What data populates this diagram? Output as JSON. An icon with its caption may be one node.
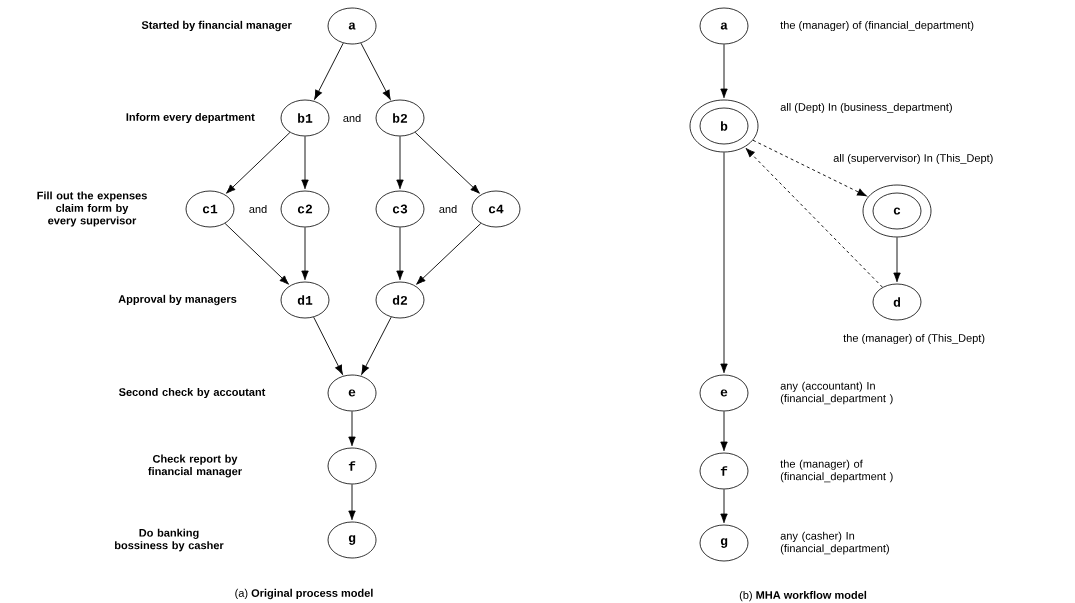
{
  "diagram": {
    "nodes": [
      {
        "text": [
          "a"
        ]
      },
      {
        "text": [
          "b1"
        ]
      },
      {
        "text": [
          "b2"
        ]
      },
      {
        "text": [
          "c1"
        ]
      },
      {
        "text": [
          "c2"
        ]
      },
      {
        "text": [
          "c3"
        ]
      },
      {
        "text": [
          "c4"
        ]
      },
      {
        "text": [
          "d1"
        ]
      },
      {
        "text": [
          "d2"
        ]
      },
      {
        "text": [
          "e"
        ]
      },
      {
        "text": [
          "f"
        ]
      },
      {
        "text": [
          "g"
        ]
      },
      {
        "text": [
          "a"
        ],
        "beside": [
          "the (manager) of (financial_department)"
        ]
      },
      {
        "text": [
          "b"
        ],
        "beside": [
          "all (Dept) In (business_department)"
        ]
      },
      {
        "text": [
          "c"
        ],
        "beside": [
          "all (supervervisor) In (This_Dept)"
        ]
      },
      {
        "text": [
          "d"
        ],
        "beside": [
          "the (manager) of (This_Dept)"
        ]
      },
      {
        "text": [
          "e"
        ],
        "beside": [
          "any (accountant) In (financial_department )"
        ]
      },
      {
        "text": [
          "f"
        ],
        "beside": [
          "the (manager) of (financial_department )"
        ]
      },
      {
        "text": [
          "g"
        ],
        "beside": [
          "any (casher) In (financial_department)"
        ]
      }
    ],
    "edges": [
      {
        "from": 0,
        "to": 1,
        "arrow": "to"
      },
      {
        "from": 0,
        "to": 2,
        "arrow": "to"
      },
      {
        "from": 1,
        "to": 3,
        "arrow": "to"
      },
      {
        "from": 1,
        "to": 4,
        "arrow": "to"
      },
      {
        "from": 2,
        "to": 5,
        "arrow": "to"
      },
      {
        "from": 2,
        "to": 6,
        "arrow": "to"
      },
      {
        "from": 3,
        "to": 7,
        "arrow": "to"
      },
      {
        "from": 4,
        "to": 7,
        "arrow": "to"
      },
      {
        "from": 5,
        "to": 8,
        "arrow": "to"
      },
      {
        "from": 6,
        "to": 8,
        "arrow": "to"
      },
      {
        "from": 7,
        "to": 9,
        "arrow": "to"
      },
      {
        "from": 8,
        "to": 9,
        "arrow": "to"
      },
      {
        "from": 9,
        "to": 10,
        "arrow": "to"
      },
      {
        "from": 10,
        "to": 11,
        "arrow": "to"
      },
      {
        "from": 12,
        "to": 13,
        "arrow": "to"
      },
      {
        "from": 13,
        "to": 14,
        "arrow": "to",
        "style": "dashed"
      },
      {
        "from": 14,
        "to": 15,
        "arrow": "to"
      },
      {
        "from": 15,
        "to": 13,
        "arrow": "to",
        "style": "dashed"
      },
      {
        "from": 13,
        "to": 16,
        "arrow": "to"
      },
      {
        "from": 16,
        "to": 17,
        "arrow": "to"
      },
      {
        "from": 17,
        "to": 18,
        "arrow": "to"
      }
    ],
    "labels": [
      "Started by financial manager",
      "Inform every department",
      "and",
      "Fill out the expenses claim form by every supervisor",
      "and",
      "and",
      "Approval by managers",
      "Second check by accoutant",
      "Check report by financial manager",
      "Do banking bossiness by casher",
      "(a) **Original process model**",
      "(b) **MHA workflow model**"
    ]
  }
}
